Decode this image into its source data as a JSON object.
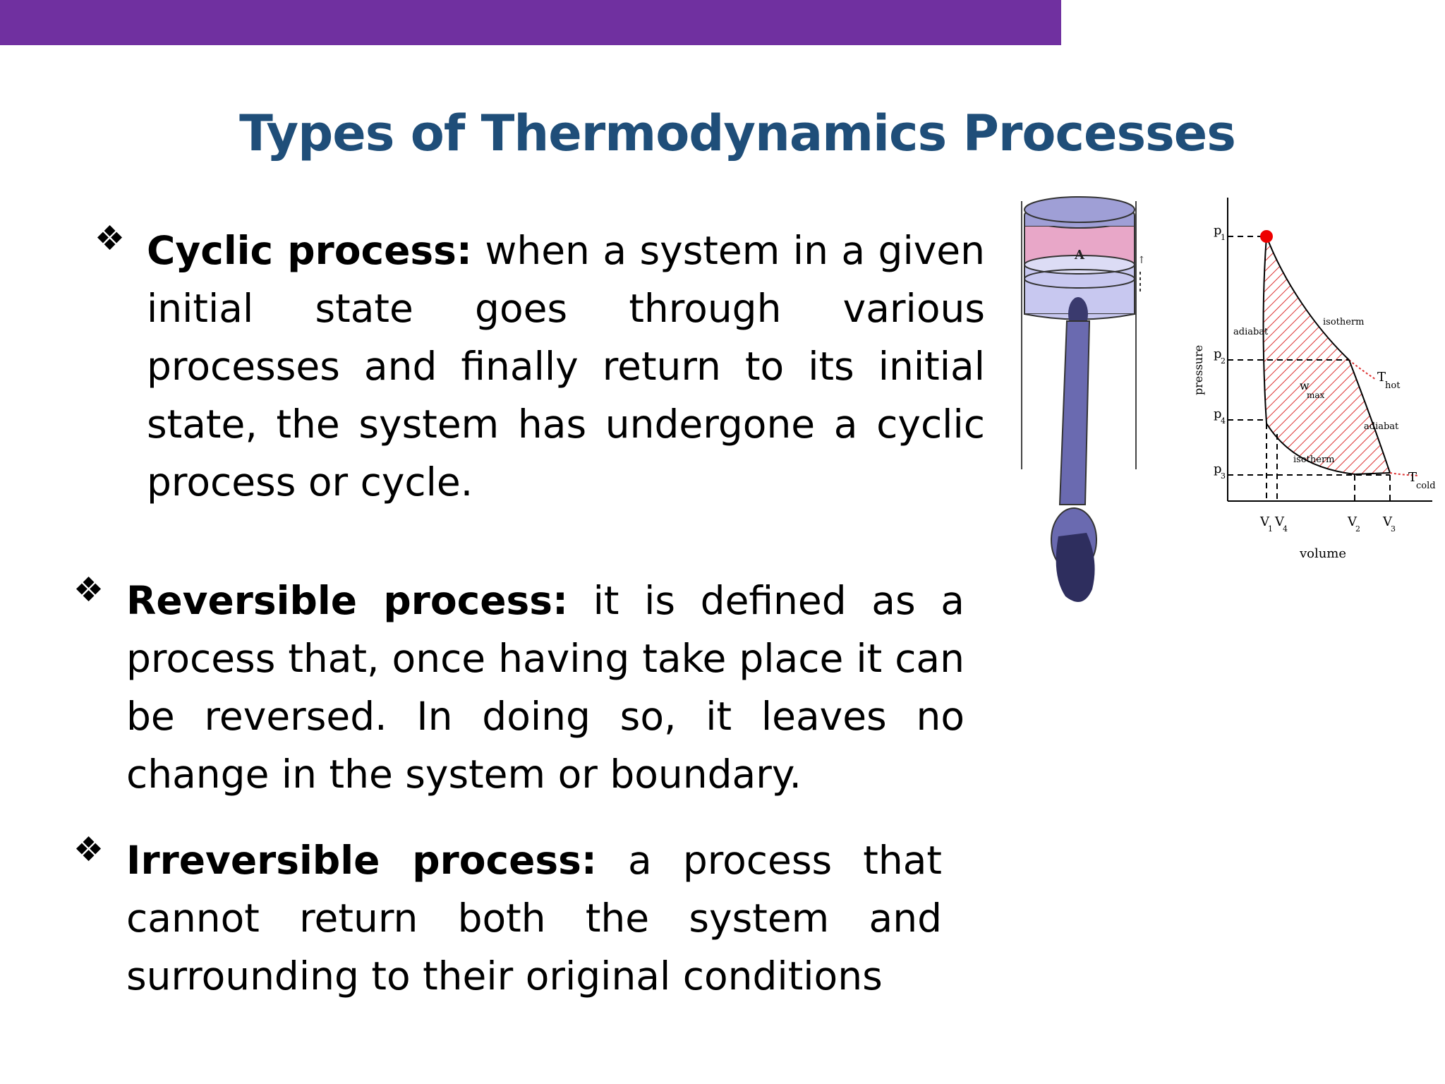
{
  "slide": {
    "title": "Types of Thermodynamics Processes",
    "bullet_marker": "❖",
    "accent_color": "#7030a0",
    "title_color": "#1f4e79"
  },
  "bullets": [
    {
      "term": "Cyclic process:",
      "text": " when a system in a given initial state goes through various processes and finally return to its initial state, the system has undergone a cyclic process or cycle."
    },
    {
      "term": "Reversible process:",
      "text": " it is defined as a process that, once having take place it can be reversed. In doing so, it leaves no change in the system or boundary."
    },
    {
      "term": "Irreversible process:",
      "text": " a process that cannot return both the system and surrounding to their original conditions"
    }
  ],
  "piston_figure": {
    "label": "A"
  },
  "pv_diagram": {
    "ylabel": "pressure",
    "xlabel": "volume",
    "p_labels": {
      "p1": "p",
      "p1_sub": "1",
      "p2": "p",
      "p2_sub": "2",
      "p4": "p",
      "p4_sub": "4",
      "p3": "p",
      "p3_sub": "3"
    },
    "v_labels": {
      "v1": "V",
      "v1_sub": "1",
      "v4": "V",
      "v4_sub": "4",
      "v2": "V",
      "v2_sub": "2",
      "v3": "V",
      "v3_sub": "3"
    },
    "curve_labels": {
      "adiabat_top": "adiabat",
      "isotherm_top": "isotherm",
      "adiabat_bottom": "adiabat",
      "isotherm_bottom": "isotherm",
      "work": "w",
      "work_sub": "max"
    },
    "t_hot": "T",
    "t_hot_sub": "hot",
    "t_cold": "T",
    "t_cold_sub": "cold"
  }
}
